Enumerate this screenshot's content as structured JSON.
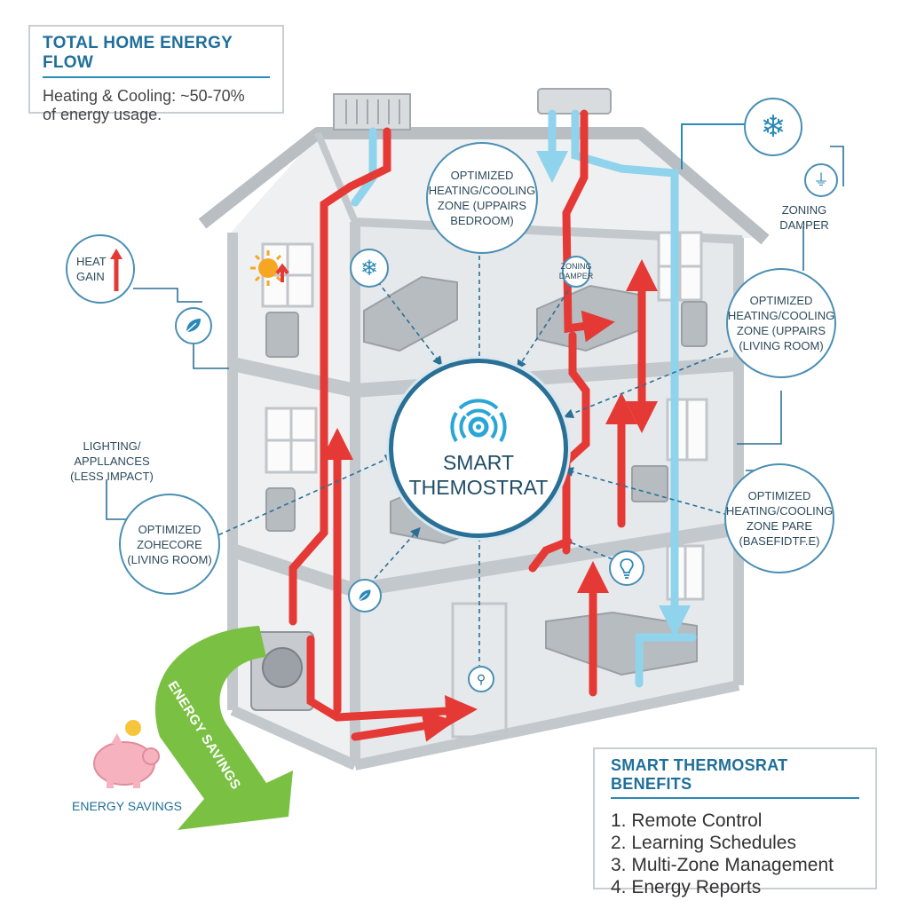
{
  "energy_flow": {
    "title": "TOTAL HOME ENERGY FLOW",
    "text_line1": "Heating & Cooling: ~50-70%",
    "text_line2": "of energy usage."
  },
  "heat_gain": {
    "line1": "HEAT",
    "line2": "GAIN"
  },
  "zones": {
    "upstairs_bedroom": {
      "line1": "OPTIMIZED",
      "line2": "HEATING/COOLING",
      "line3": "ZONE (UPPAIRS",
      "line4": "BEDROOM)"
    },
    "upstairs_living": {
      "line1": "OPTIMIZED",
      "line2": "HEATING/COOLING",
      "line3": "ZONE (UPPAIRS",
      "line4": "(LIVING ROOM)"
    },
    "basement": {
      "line1": "OPTIMIZED",
      "line2": "HEATING/COOLING",
      "line3": "ZONE PARE",
      "line4": "(BASEFIDTF.E)"
    },
    "living_core": {
      "line1": "OPTIMIZED",
      "line2": "ZOHECORE",
      "line3": "(LIVING ROOM)"
    }
  },
  "zoning_damper_right": {
    "line1": "ZONING",
    "line2": "DAMPER"
  },
  "zoning_damper_small": {
    "line1": "ZONING",
    "line2": "DAMPER"
  },
  "lighting": {
    "line1": "LIGHTING/",
    "line2": "APPLLANCES",
    "line3": "(LESS IMPACT)"
  },
  "thermostat": {
    "line1": "SMART",
    "line2": "THEMOSTRAT"
  },
  "savings_arrow_text": "ENERGY SAVINGS",
  "savings_label": "ENERGY SAVINGS",
  "benefits": {
    "title": "SMART THERMOSRAT BENEFITS",
    "items": [
      "1. Remote Control",
      "2. Learning Schedules",
      "3. Multi-Zone Management",
      "4. Energy Reports"
    ]
  },
  "colors": {
    "heat": "#e53935",
    "cool": "#8fd3ec",
    "accent": "#1f6f9a",
    "savings": "#7ac143",
    "house": "#b9bec3"
  },
  "icons": [
    "snowflake-icon",
    "thermometer-icon",
    "sun-icon",
    "leaf-icon",
    "lightbulb-icon",
    "piggy-bank-icon",
    "wifi-signal-icon"
  ]
}
